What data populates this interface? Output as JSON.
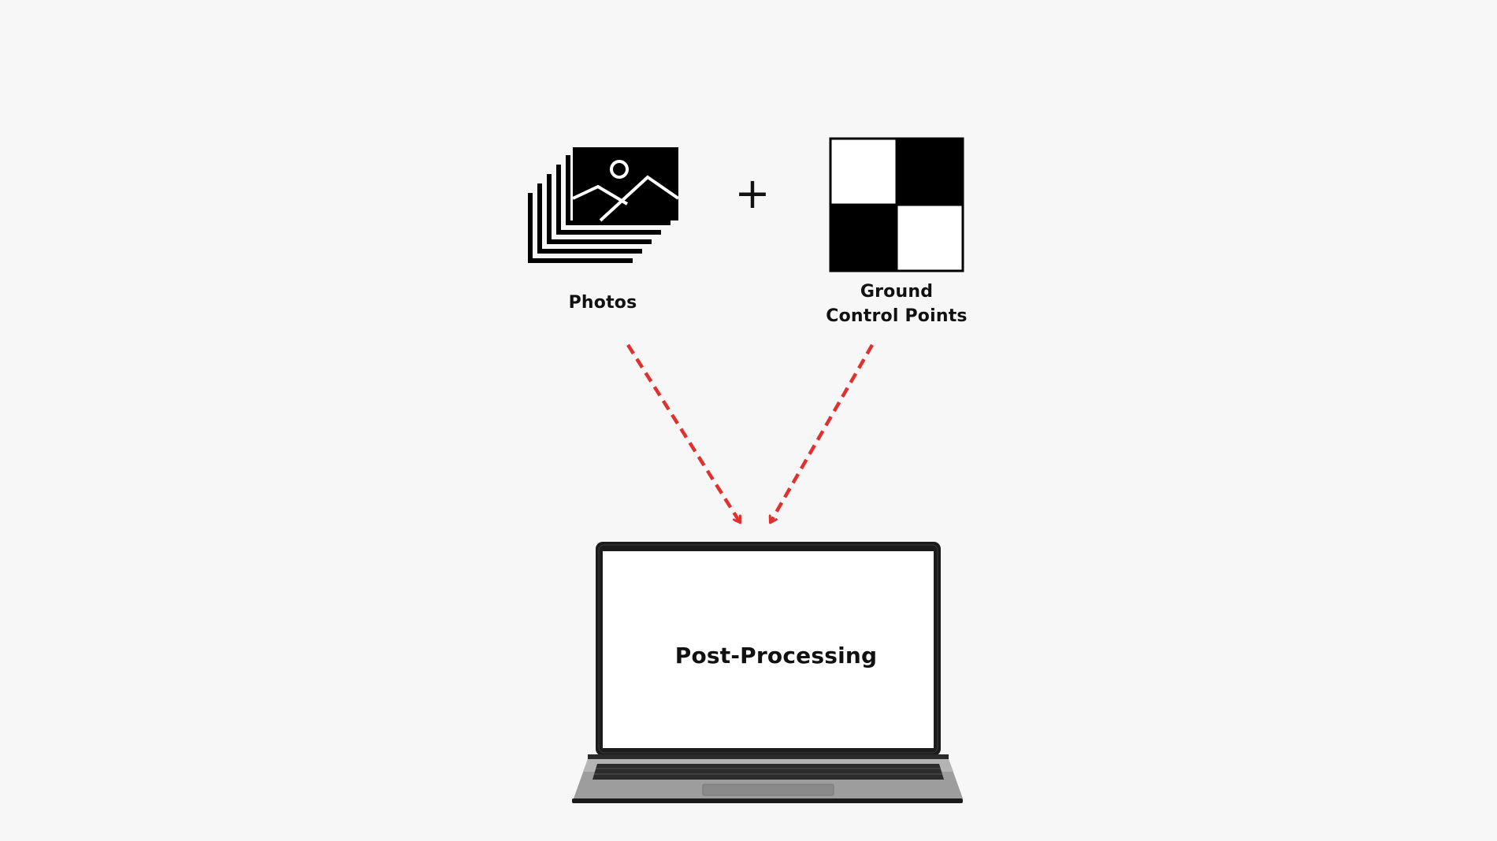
{
  "diagram": {
    "inputs": [
      {
        "id": "photos",
        "label": "Photos",
        "icon": "photo-stack-icon"
      },
      {
        "id": "gcp",
        "label_line1": "Ground",
        "label_line2": "Control Points",
        "icon": "checkerboard-target-icon"
      }
    ],
    "operator": "+",
    "output": {
      "label": "Post-Processing",
      "icon": "laptop-icon"
    },
    "arrow_color": "#e03131",
    "arrow_style": "dashed"
  }
}
